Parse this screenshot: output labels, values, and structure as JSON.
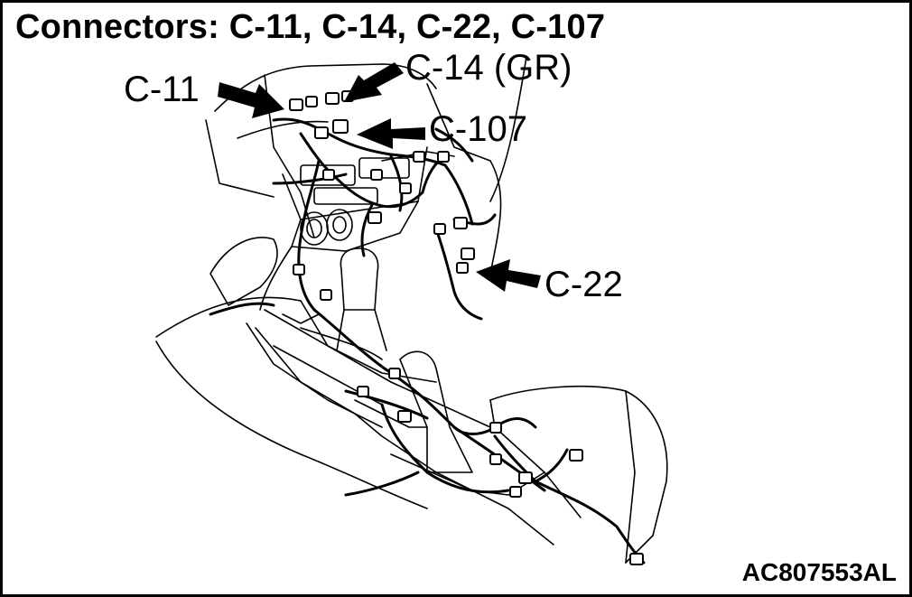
{
  "title": "Connectors: C-11, C-14, C-22, C-107",
  "callouts": {
    "c11": "C-11",
    "c14": "C-14 (GR)",
    "c107": "C-107",
    "c22": "C-22"
  },
  "figure_id": "AC807553AL",
  "colors": {
    "line": "#000000",
    "background": "#ffffff"
  },
  "icons": [
    "pointer-arrow-icon"
  ]
}
